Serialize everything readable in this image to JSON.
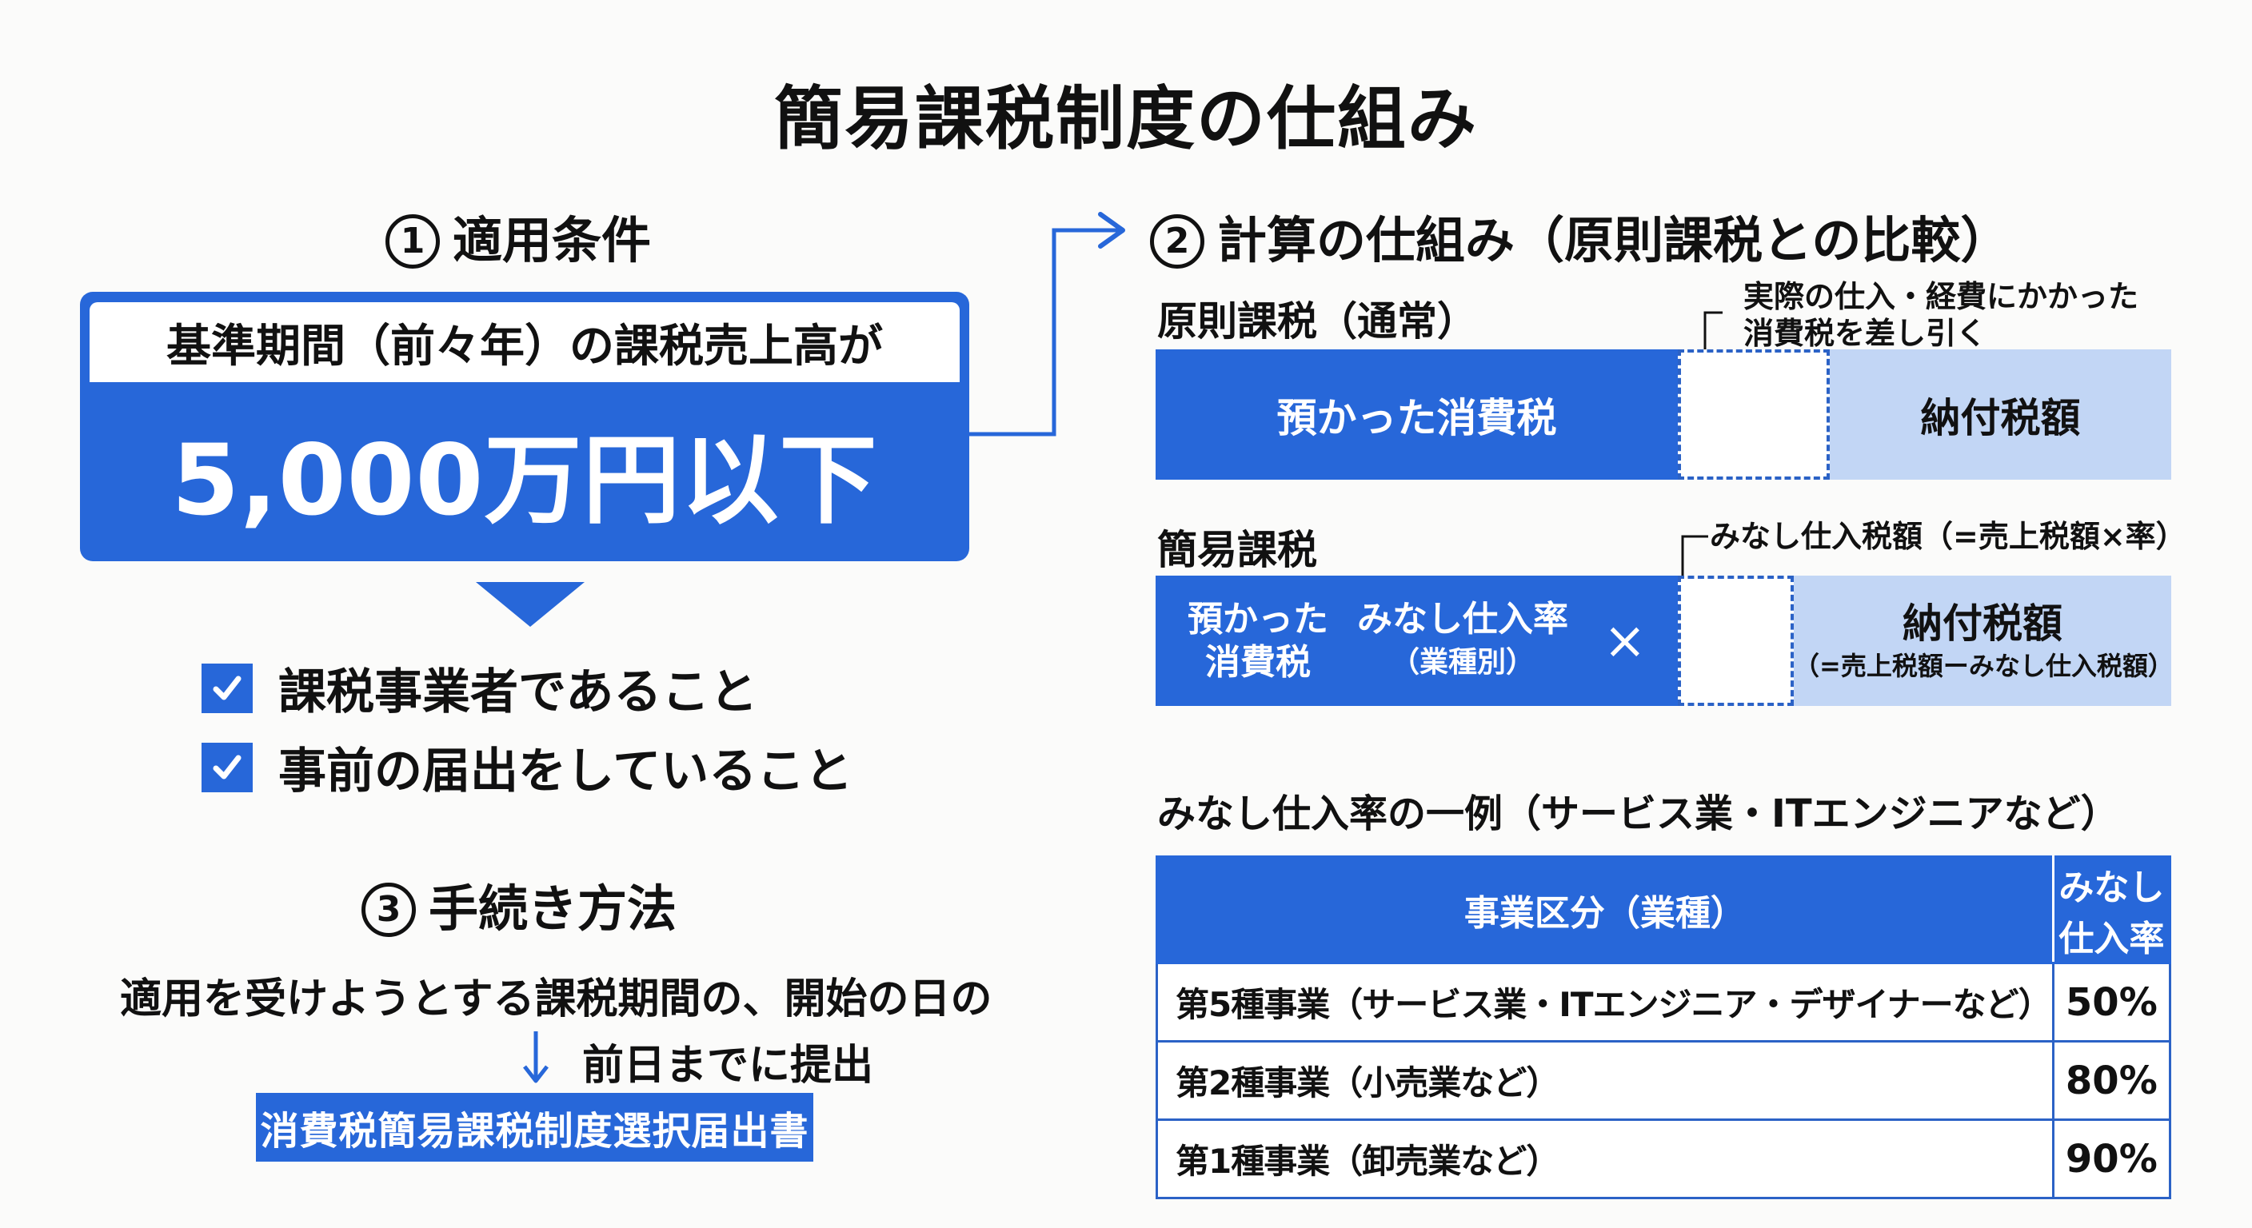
{
  "title": "簡易課税制度の仕組み",
  "colors": {
    "accent": "#2767d9",
    "light_accent": "#c2d6f5",
    "text": "#111111",
    "background": "#fbfbfa"
  },
  "section1": {
    "number": "1",
    "heading": "適用条件",
    "box_caption": "基準期間（前々年）の課税売上高が",
    "box_value": "5,000万円以下",
    "conditions": [
      {
        "label": "課税事業者であること",
        "checked": true
      },
      {
        "label": "事前の届出をしていること",
        "checked": true
      }
    ]
  },
  "section2": {
    "number": "2",
    "heading": "計算の仕組み（原則課税との比較）",
    "principle": {
      "label": "原則課税（通常）",
      "annotation_line1": "実際の仕入・経費にかかった",
      "annotation_line2": "消費税を差し引く",
      "collected_tax": "預かった消費税",
      "payment": "納付税額"
    },
    "simplified": {
      "label": "簡易課税",
      "annotation": "みなし仕入税額（=売上税額×率）",
      "collected_tax_line1": "預かった",
      "collected_tax_line2": "消費税",
      "deemed_rate_line1": "みなし仕入率",
      "deemed_rate_line2": "（業種別）",
      "multiply_symbol": "×",
      "payment": "納付税額",
      "payment_formula": "（=売上税額ーみなし仕入税額）"
    }
  },
  "rates_table": {
    "heading": "みなし仕入率の一例（サービス業・ITエンジニアなど）",
    "columns": [
      "事業区分（業種）",
      "みなし仕入率"
    ],
    "rows": [
      {
        "category": "第5種事業（サービス業・ITエンジニア・デザイナーなど）",
        "rate": "50%"
      },
      {
        "category": "第2種事業（小売業など）",
        "rate": "80%"
      },
      {
        "category": "第1種事業（卸売業など）",
        "rate": "90%"
      }
    ]
  },
  "section3": {
    "number": "3",
    "heading": "手続き方法",
    "line1": "適用を受けようとする課税期間の、開始の日の",
    "line2": "前日までに提出",
    "form_name": "消費税簡易課税制度選択届出書"
  }
}
